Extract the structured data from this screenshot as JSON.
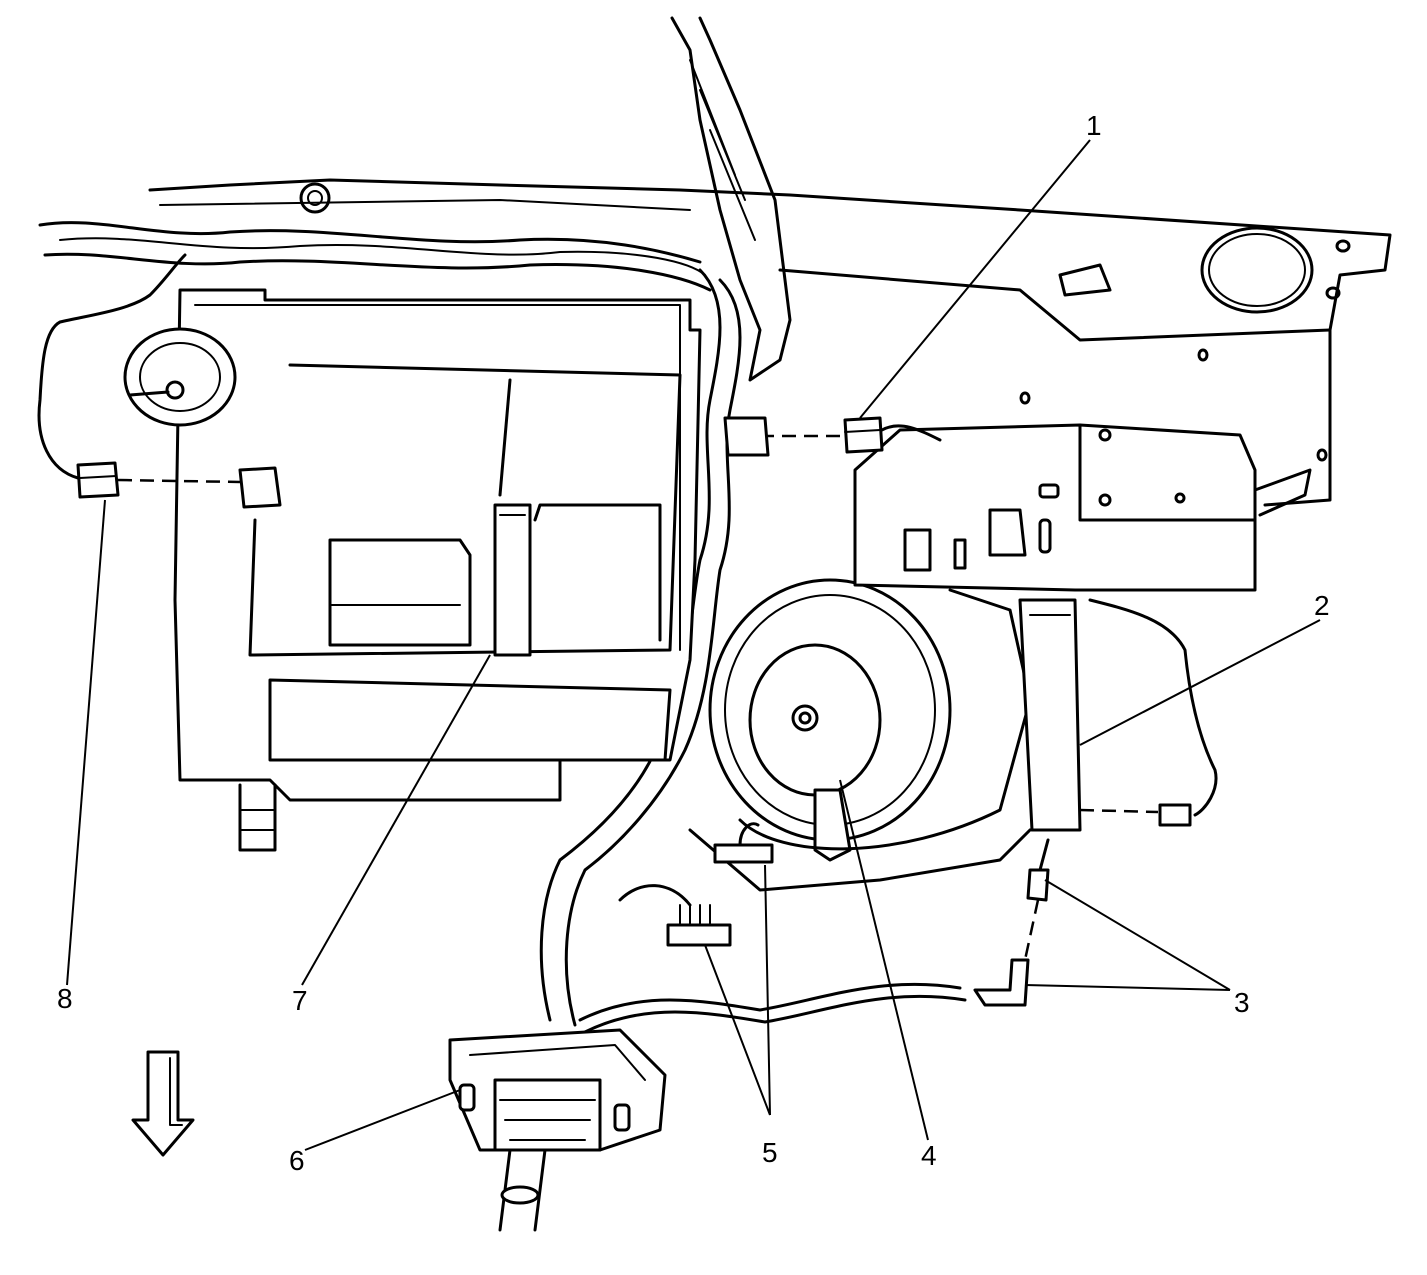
{
  "callouts": [
    {
      "id": "1",
      "label": "1"
    },
    {
      "id": "2",
      "label": "2"
    },
    {
      "id": "3",
      "label": "3"
    },
    {
      "id": "4",
      "label": "4"
    },
    {
      "id": "5",
      "label": "5"
    },
    {
      "id": "6",
      "label": "6"
    },
    {
      "id": "7",
      "label": "7"
    },
    {
      "id": "8",
      "label": "8"
    }
  ],
  "icons": {
    "view_direction": "down-arrow-icon"
  }
}
